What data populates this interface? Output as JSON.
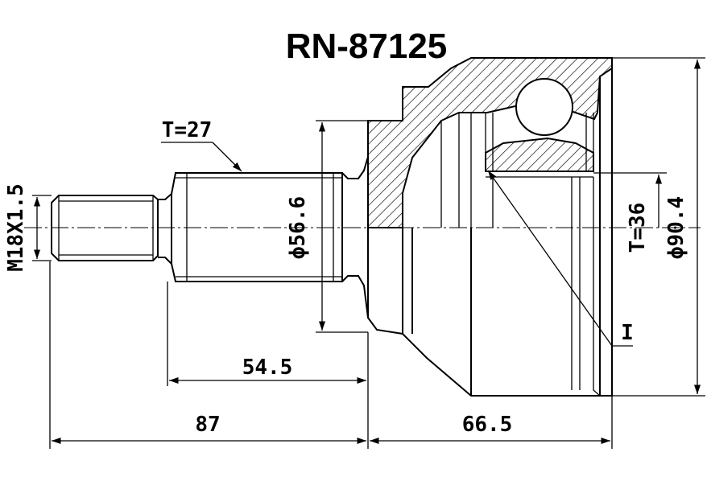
{
  "part_number": "RN-87125",
  "labels": {
    "thread": "M18X1.5",
    "spline_outer": "T=27",
    "spline_inner": "T=36",
    "shaft_diameter": "ϕ56.6",
    "bell_diameter": "ϕ90.4",
    "shaft_length": "54.5",
    "total_shaft_length": "87",
    "bell_length": "66.5",
    "ring_callout": "I"
  }
}
